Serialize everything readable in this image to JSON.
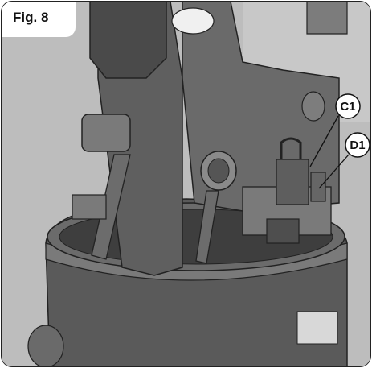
{
  "figure": {
    "label": "Fig. 8"
  },
  "callouts": [
    {
      "id": "c1",
      "text": "C1"
    },
    {
      "id": "d1",
      "text": "D1"
    }
  ],
  "colors": {
    "background": "#b9b9b9",
    "body_dark": "#4a4a4a",
    "body_mid": "#6e6e6e",
    "body_light": "#8e8e8e",
    "outline": "#222222"
  }
}
